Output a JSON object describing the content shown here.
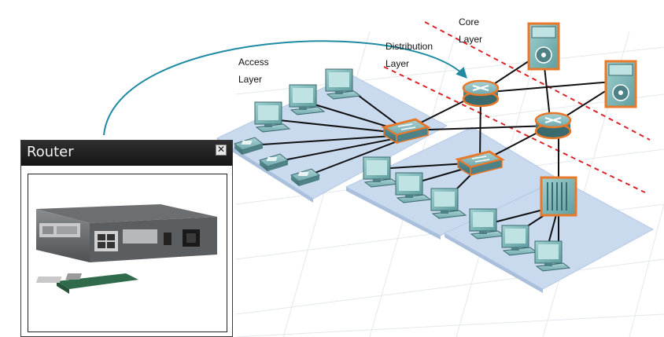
{
  "labels": {
    "core": "Core\nLayer",
    "distribution": "Distribution\nLayer",
    "access": "Access\nLayer"
  },
  "popup": {
    "title": "Router",
    "close_icon": "close-icon"
  },
  "colors": {
    "floor": "#c9d9ee",
    "device": "#5e9a9e",
    "device_glow": "#e8792a",
    "boundary": "#d9252a",
    "callout": "#1f8aa3"
  }
}
